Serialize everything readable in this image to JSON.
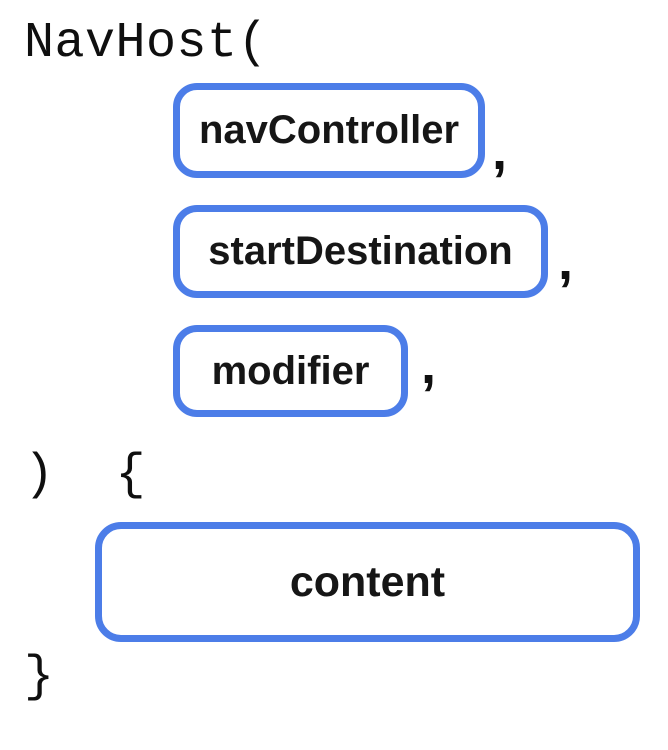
{
  "colors": {
    "accent": "#4C7DE8",
    "code_text": "#0F0F0F",
    "label_text": "#161616",
    "background": "#FFFFFF"
  },
  "code": {
    "open_line": "NavHost(",
    "close_paren_open_brace": ")  {",
    "close_brace": "}"
  },
  "parameters": [
    {
      "label": "navController",
      "separator": ","
    },
    {
      "label": "startDestination",
      "separator": ","
    },
    {
      "label": "modifier",
      "separator": ","
    }
  ],
  "body_slot": {
    "label": "content"
  }
}
